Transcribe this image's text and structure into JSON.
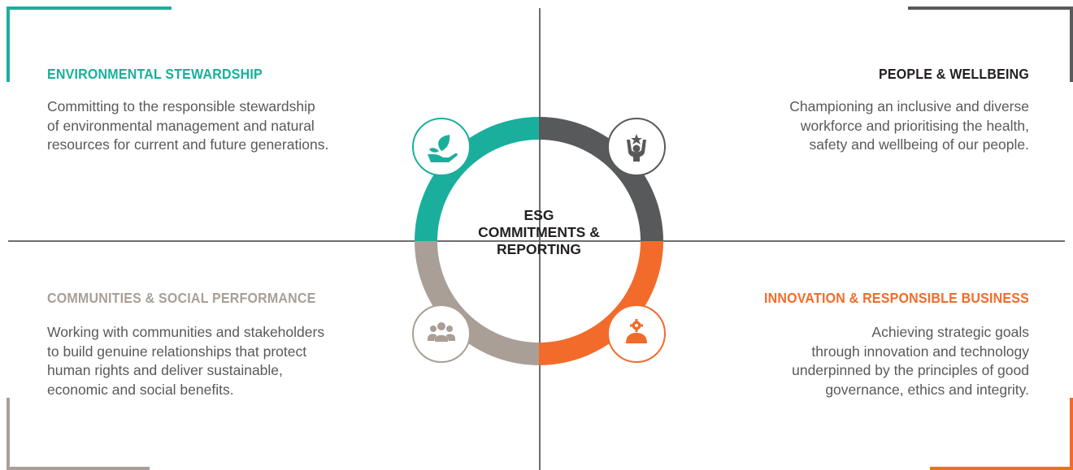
{
  "colors": {
    "environmental": "#1aaf9c",
    "people": "#58595b",
    "communities": "#a99f97",
    "innovation": "#f26b2b",
    "divider": "#6d6e71",
    "body_text": "#58595b",
    "center_text": "#231f20"
  },
  "center": {
    "line1": "ESG",
    "line2": "COMMITMENTS &",
    "line3": "REPORTING"
  },
  "quadrants": {
    "environmental": {
      "heading": "ENVIRONMENTAL STEWARDSHIP",
      "body": "Committing to the responsible stewardship\nof environmental management and natural\nresources for current and future generations.",
      "icon": "plant-in-hand-icon"
    },
    "people": {
      "heading": "PEOPLE & WELLBEING",
      "body": "Championing an inclusive and diverse\nworkforce and prioritising the health,\nsafety and wellbeing of our people.",
      "icon": "person-with-star-icon"
    },
    "communities": {
      "heading": "COMMUNITIES & SOCIAL PERFORMANCE",
      "body": "Working with communities and stakeholders\nto build genuine relationships that protect\nhuman rights and deliver sustainable,\neconomic and social benefits.",
      "icon": "group-of-people-icon"
    },
    "innovation": {
      "heading": "INNOVATION & RESPONSIBLE BUSINESS",
      "body": "Achieving strategic goals\nthrough innovation and technology\nunderpinned by the principles of good\ngovernance, ethics and integrity.",
      "icon": "person-with-gear-icon"
    }
  }
}
